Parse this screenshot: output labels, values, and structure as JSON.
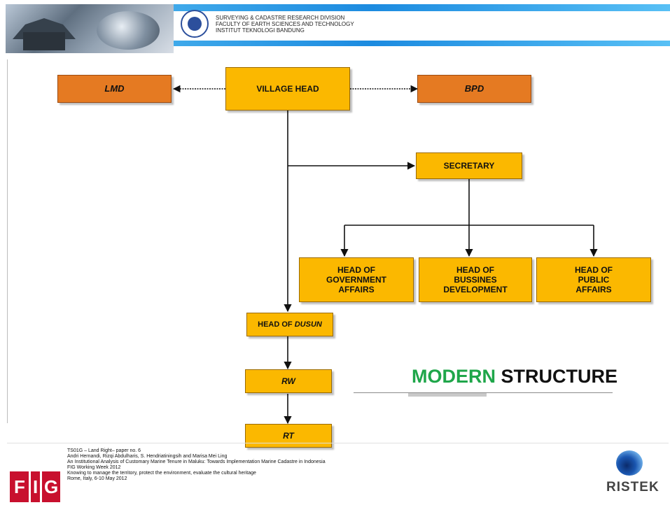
{
  "header": {
    "institution_lines": [
      "SURVEYING & CADASTRE RESEARCH DIVISION",
      "FACULTY OF EARTH SCIENCES AND TECHNOLOGY",
      "INSTITUT TEKNOLOGI BANDUNG"
    ],
    "band_color": "#1c8be0"
  },
  "diagram": {
    "boxes": {
      "village_head": "VILLAGE HEAD",
      "lmd": "LMD",
      "bpd": "BPD",
      "secretary": "SECRETARY",
      "gov_affairs": [
        "HEAD OF",
        "GOVERNMENT",
        "AFFAIRS"
      ],
      "bussines_dev": [
        "HEAD OF",
        "BUSSINES",
        "DEVELOPMENT"
      ],
      "public_affairs": [
        "HEAD OF",
        "PUBLIC",
        "AFFAIRS"
      ],
      "head_of_dusun_prefix": "HEAD OF",
      "head_of_dusun_em": "DUSUN",
      "rw": "RW",
      "rt": "RT"
    },
    "colors": {
      "box_fill": "#fbb800",
      "side_box_fill": "#e57a22"
    }
  },
  "title": {
    "word1": "MODERN",
    "word2": "STRUCTURE",
    "word1_color": "#1fa64a"
  },
  "footer": {
    "logo": {
      "left": "F",
      "mid": "I",
      "right": "G"
    },
    "lines": [
      "TS01G – Land Right– paper no. 6",
      "Andri Hernandi, Rizqi Abdulharis, S. Hendriatiningsih and Marisa Mei Ling",
      "An Institutional Analysis of Customary Marine Tenure in Maluku: Towards Implementation Marine Cadastre in Indonesia",
      "FIG Working Week 2012",
      "Knowing to manage the territory, protect the environment, evaluate the cultural heritage",
      "Rome, Italy, 6-10 May 2012"
    ],
    "ristek": "RISTEK"
  }
}
